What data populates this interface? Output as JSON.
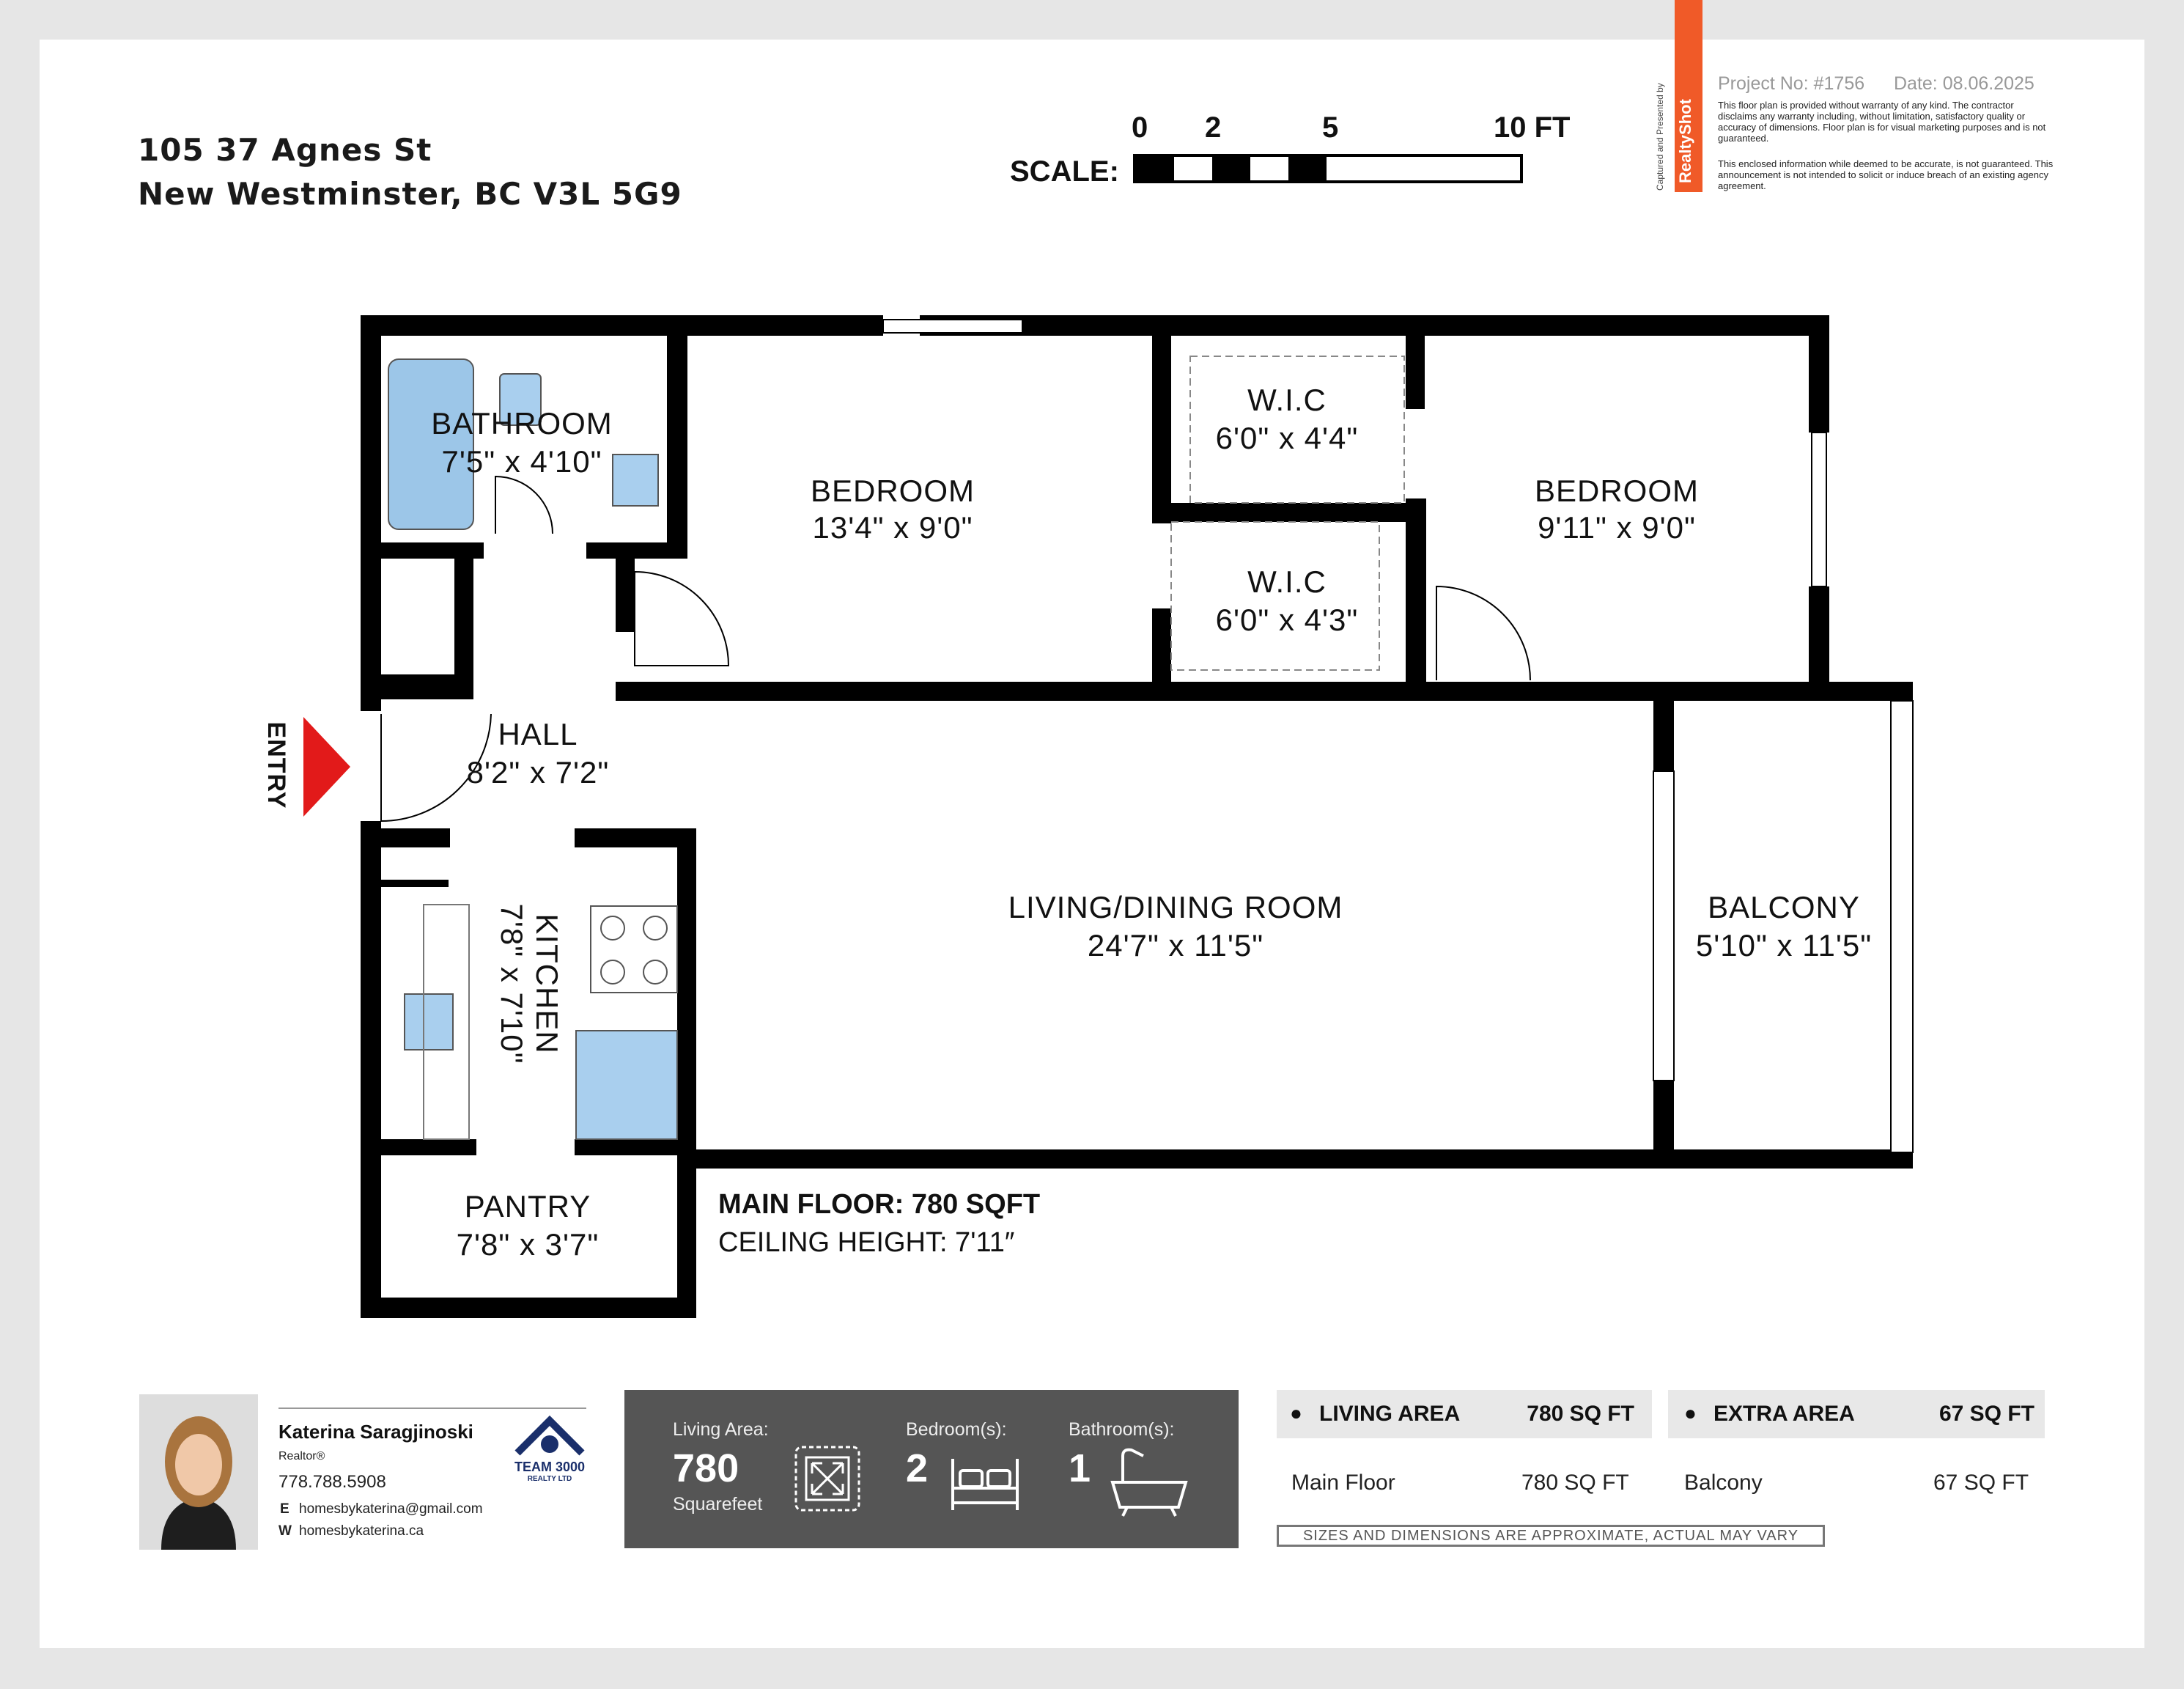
{
  "address": {
    "line1": "105 37 Agnes St",
    "line2": "New Westminster, BC V3L 5G9"
  },
  "scale": {
    "label": "SCALE:",
    "ticks": [
      "0",
      "2",
      "5",
      "10 FT"
    ]
  },
  "brand": {
    "name": "RealtyShot",
    "captured": "Captured and Presented by"
  },
  "project": {
    "number": "Project No: #1756",
    "date": "Date: 08.06.2025",
    "disclaimer1": "This floor plan is provided without warranty of any kind. The contractor disclaims any warranty including, without limitation, satisfactory quality or accuracy of dimensions. Floor plan is for visual marketing purposes and is not guaranteed.",
    "disclaimer2": "This enclosed information while deemed to be accurate, is not guaranteed. This announcement is not intended to solicit or induce breach of an existing agency agreement."
  },
  "rooms": {
    "bathroom": {
      "name": "BATHROOM",
      "dims": "7'5\" x 4'10\""
    },
    "bedroom1": {
      "name": "BEDROOM",
      "dims": "13'4\" x 9'0\""
    },
    "wic1": {
      "name": "W.I.C",
      "dims": "6'0\" x 4'4\""
    },
    "wic2": {
      "name": "W.I.C",
      "dims": "6'0\" x 4'3\""
    },
    "bedroom2": {
      "name": "BEDROOM",
      "dims": "9'11\" x 9'0\""
    },
    "hall": {
      "name": "HALL",
      "dims": "8'2\" x 7'2\""
    },
    "kitchen": {
      "name": "KITCHEN",
      "dims": "7'8\" x 7'10\""
    },
    "living": {
      "name": "LIVING/DINING ROOM",
      "dims": "24'7\" x 11'5\""
    },
    "balcony": {
      "name": "BALCONY",
      "dims": "5'10\" x 11'5\""
    },
    "pantry": {
      "name": "PANTRY",
      "dims": "7'8\" x 3'7\""
    }
  },
  "entry": "ENTRY",
  "floor": {
    "summary": "MAIN FLOOR: 780 SQFT",
    "ceiling": "CEILING HEIGHT: 7'11″"
  },
  "agent": {
    "name": "Katerina Saragjinoski",
    "title": "Realtor®",
    "phone": "778.788.5908",
    "email_label": "E",
    "email": "homesbykaterina@gmail.com",
    "web_label": "W",
    "web": "homesbykaterina.ca",
    "brokerage": "TEAM 3000",
    "brokerage_sub": "REALTY LTD"
  },
  "stats": {
    "living_label": "Living Area:",
    "living_value": "780",
    "living_unit": "Squarefeet",
    "bedrooms_label": "Bedroom(s):",
    "bedrooms_value": "2",
    "bathrooms_label": "Bathroom(s):",
    "bathrooms_value": "1"
  },
  "areas": {
    "living_head": "LIVING AREA",
    "living_total": "780 SQ FT",
    "extra_head": "EXTRA AREA",
    "extra_total": "67 SQ FT",
    "rows_living": [
      {
        "name": "Main Floor",
        "value": "780 SQ FT"
      }
    ],
    "rows_extra": [
      {
        "name": "Balcony",
        "value": "67 SQ FT"
      }
    ],
    "note": "SIZES AND DIMENSIONS ARE APPROXIMATE, ACTUAL MAY VARY"
  }
}
